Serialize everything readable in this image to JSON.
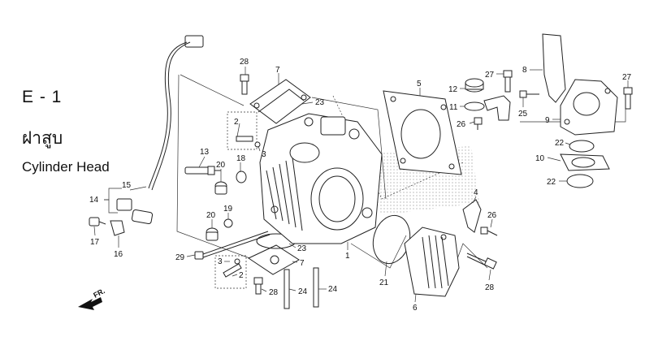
{
  "section": {
    "code": "E - 1",
    "title_thai": "ฝาสูบ",
    "title_en": "Cylinder Head"
  },
  "direction_label": "FR.",
  "callouts": [
    {
      "id": "c28a",
      "text": "28"
    },
    {
      "id": "c7a",
      "text": "7"
    },
    {
      "id": "c23a",
      "text": "23"
    },
    {
      "id": "c2a",
      "text": "2"
    },
    {
      "id": "c3a",
      "text": "3"
    },
    {
      "id": "c13",
      "text": "13"
    },
    {
      "id": "c18",
      "text": "18"
    },
    {
      "id": "c20a",
      "text": "20"
    },
    {
      "id": "c15",
      "text": "15"
    },
    {
      "id": "c14",
      "text": "14"
    },
    {
      "id": "c20b",
      "text": "20"
    },
    {
      "id": "c19",
      "text": "19"
    },
    {
      "id": "c17",
      "text": "17"
    },
    {
      "id": "c16",
      "text": "16"
    },
    {
      "id": "c29",
      "text": "29"
    },
    {
      "id": "c3b",
      "text": "3"
    },
    {
      "id": "c2b",
      "text": "2"
    },
    {
      "id": "c23b",
      "text": "23"
    },
    {
      "id": "c7b",
      "text": "7"
    },
    {
      "id": "c28b",
      "text": "28"
    },
    {
      "id": "c24a",
      "text": "24"
    },
    {
      "id": "c24b",
      "text": "24"
    },
    {
      "id": "c1",
      "text": "1"
    },
    {
      "id": "c5",
      "text": "5"
    },
    {
      "id": "c12",
      "text": "12"
    },
    {
      "id": "c11",
      "text": "11"
    },
    {
      "id": "c26a",
      "text": "26"
    },
    {
      "id": "c27a",
      "text": "27"
    },
    {
      "id": "c8",
      "text": "8"
    },
    {
      "id": "c25",
      "text": "25"
    },
    {
      "id": "c27b",
      "text": "27"
    },
    {
      "id": "c9",
      "text": "9"
    },
    {
      "id": "c22a",
      "text": "22"
    },
    {
      "id": "c10",
      "text": "10"
    },
    {
      "id": "c22b",
      "text": "22"
    },
    {
      "id": "c4",
      "text": "4"
    },
    {
      "id": "c26b",
      "text": "26"
    },
    {
      "id": "c21",
      "text": "21"
    },
    {
      "id": "c6",
      "text": "6"
    },
    {
      "id": "c28c",
      "text": "28"
    }
  ]
}
